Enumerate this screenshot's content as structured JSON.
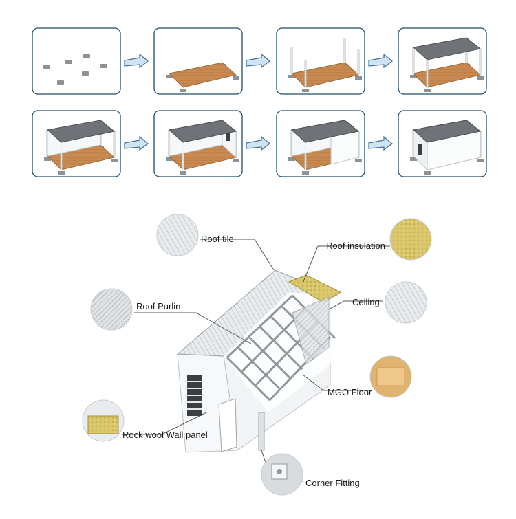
{
  "assembly_steps": [
    {
      "step": 1,
      "stage": "foundation-blocks"
    },
    {
      "step": 2,
      "stage": "floor-frame"
    },
    {
      "step": 3,
      "stage": "corner-posts"
    },
    {
      "step": 4,
      "stage": "roof-frame"
    },
    {
      "step": 5,
      "stage": "rear-wall"
    },
    {
      "step": 6,
      "stage": "side-wall-with-window"
    },
    {
      "step": 7,
      "stage": "front-wall-partial"
    },
    {
      "step": 8,
      "stage": "finished-container"
    }
  ],
  "components": {
    "roof_tile": "Roof tile",
    "roof_insulation": "Roof insulation",
    "roof_purlin": "Roof Purlin",
    "ceiling": "Ceiling",
    "mgo_floor": "MGO Floor",
    "rock_wool_wall_panel": "Rock wool Wall panel",
    "corner_fitting": "Corner Fitting"
  },
  "colors": {
    "panel_border": "#1f4e6e",
    "arrow_fill": "#cfe3f5",
    "arrow_stroke": "#3f6f95",
    "floor": "#c98a52",
    "roof": "#6f7377",
    "wall": "#f4f6f8",
    "post": "#e8ecef",
    "block": "#8d9296",
    "leader": "#555555",
    "insulation": "#d9c66a"
  }
}
